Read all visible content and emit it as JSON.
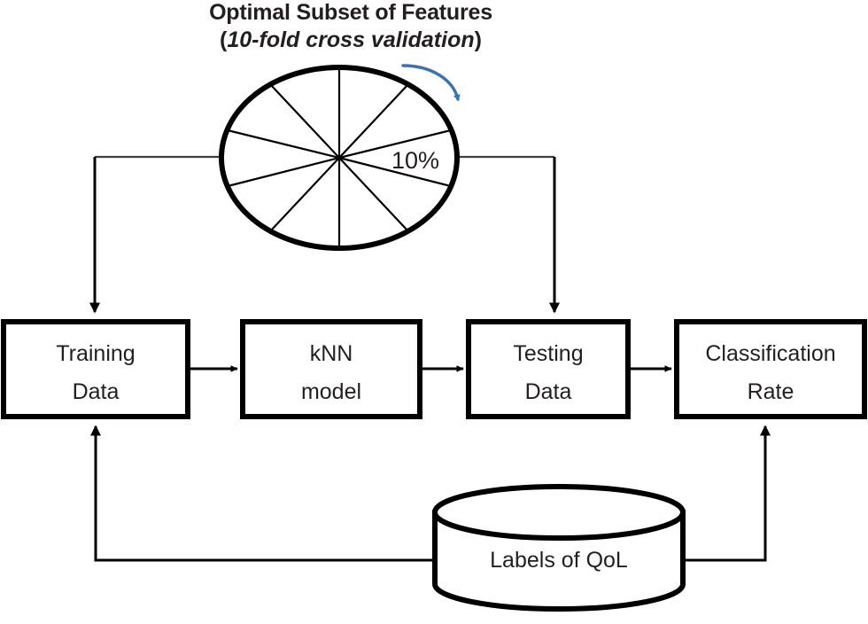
{
  "diagram": {
    "title": {
      "line1": "Optimal Subset of Features",
      "line2_open_paren": "(",
      "line2_italic": "10-fold cross validation",
      "line2_close_paren": ")"
    },
    "pie": {
      "name": "cross-validation-fold-wheel",
      "segment_count": 10,
      "fold_label": "10%"
    },
    "rotation_arrow": {
      "name": "rotation-arrow",
      "color": "#3b72b5"
    },
    "boxes": [
      {
        "id": "training-data",
        "line1": "Training",
        "line2": "Data"
      },
      {
        "id": "knn-model",
        "line1": "kNN",
        "line2": "model"
      },
      {
        "id": "testing-data",
        "line1": "Testing",
        "line2": "Data"
      },
      {
        "id": "classification-rate",
        "line1": "Classification",
        "line2": "Rate"
      }
    ],
    "datastore": {
      "id": "labels-of-qol",
      "label": "Labels of QoL"
    },
    "colors": {
      "stroke": "#000000",
      "text": "#231f20",
      "accent_blue": "#3b72b5",
      "background": "#ffffff"
    }
  }
}
